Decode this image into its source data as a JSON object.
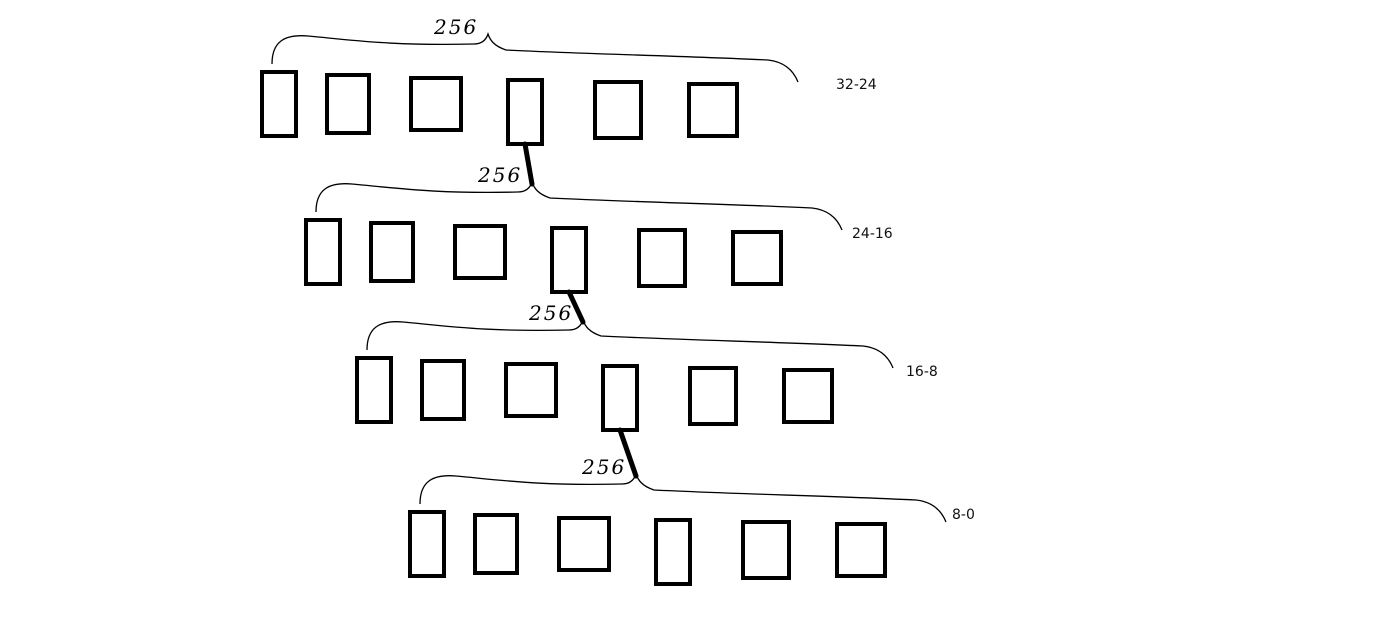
{
  "diagram": {
    "stroke_color": "#000000",
    "background": "#ffffff",
    "levels": [
      {
        "range_label": "32-24",
        "brace_label": "256",
        "box_count": 6
      },
      {
        "range_label": "24-16",
        "brace_label": "256",
        "box_count": 6
      },
      {
        "range_label": "16-8",
        "brace_label": "256",
        "box_count": 6
      },
      {
        "range_label": "8-0",
        "brace_label": "256",
        "box_count": 6
      }
    ]
  }
}
